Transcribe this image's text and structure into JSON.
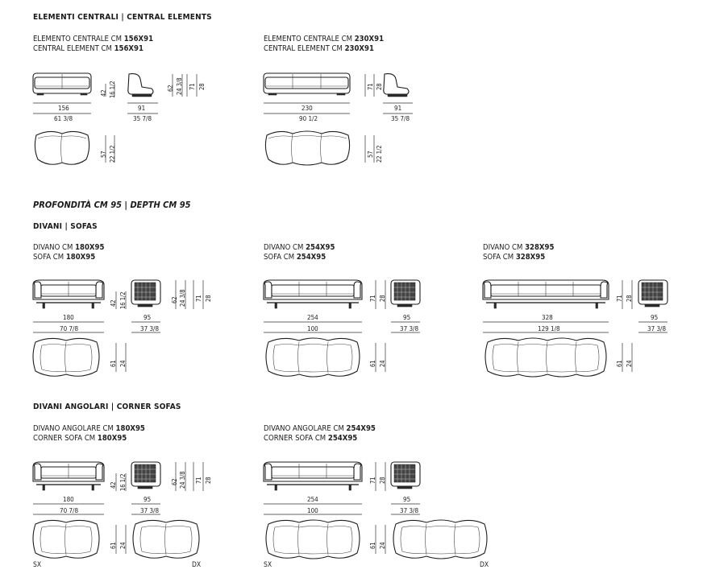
{
  "headings": {
    "central": "ELEMENTI CENTRALI | CENTRAL ELEMENTS",
    "depth": "PROFONDITÀ CM 95  |  DEPTH CM 95",
    "sofas": "DIVANI | SOFAS",
    "corner": "DIVANI ANGOLARI | CORNER SOFAS"
  },
  "central": [
    {
      "line1_pre": "ELEMENTO CENTRALE CM ",
      "line1_bold": "156X91",
      "line2_pre": "CENTRAL ELEMENT CM ",
      "line2_bold": "156X91",
      "width_cm": "156",
      "width_in": "61 3/8",
      "depth_cm": "91",
      "depth_in": "35 7/8",
      "seat_cm": "42",
      "seat_in": "16 1/2",
      "arm_cm": "62",
      "arm_in": "24 3/8",
      "height_cm": "71",
      "height_in": "28",
      "plan_cm": "57",
      "plan_in": "22 1/2"
    },
    {
      "line1_pre": "ELEMENTO CENTRALE CM ",
      "line1_bold": "230X91",
      "line2_pre": "CENTRAL ELEMENT CM ",
      "line2_bold": "230X91",
      "width_cm": "230",
      "width_in": "90 1/2",
      "depth_cm": "91",
      "depth_in": "35 7/8",
      "height_cm": "71",
      "height_in": "28",
      "plan_cm": "57",
      "plan_in": "22 1/2"
    }
  ],
  "sofas": [
    {
      "line1_pre": "DIVANO CM ",
      "line1_bold": "180X95",
      "line2_pre": "SOFA CM ",
      "line2_bold": "180X95",
      "width_cm": "180",
      "width_in": "70 7/8",
      "depth_cm": "95",
      "depth_in": "37 3/8",
      "seat_cm": "42",
      "seat_in": "16 1/2",
      "arm_cm": "62",
      "arm_in": "24 3/8",
      "height_cm": "71",
      "height_in": "28",
      "plan_cm": "61",
      "plan_in": "24"
    },
    {
      "line1_pre": "DIVANO CM ",
      "line1_bold": "254X95",
      "line2_pre": "SOFA CM ",
      "line2_bold": "254X95",
      "width_cm": "254",
      "width_in": "100",
      "depth_cm": "95",
      "depth_in": "37 3/8",
      "height_cm": "71",
      "height_in": "28",
      "plan_cm": "61",
      "plan_in": "24"
    },
    {
      "line1_pre": "DIVANO CM ",
      "line1_bold": "328X95",
      "line2_pre": "SOFA CM ",
      "line2_bold": "328X95",
      "width_cm": "328",
      "width_in": "129 1/8",
      "depth_cm": "95",
      "depth_in": "37 3/8",
      "height_cm": "71",
      "height_in": "28",
      "plan_cm": "61",
      "plan_in": "24"
    }
  ],
  "corner": [
    {
      "line1_pre": "DIVANO ANGOLARE CM ",
      "line1_bold": "180X95",
      "line2_pre": "CORNER SOFA CM ",
      "line2_bold": "180X95",
      "width_cm": "180",
      "width_in": "70 7/8",
      "depth_cm": "95",
      "depth_in": "37 3/8",
      "seat_cm": "42",
      "seat_in": "16 1/2",
      "arm_cm": "62",
      "arm_in": "24 3/8",
      "height_cm": "71",
      "height_in": "28",
      "plan_cm": "61",
      "plan_in": "24",
      "left": "SX",
      "right": "DX"
    },
    {
      "line1_pre": "DIVANO ANGOLARE CM ",
      "line1_bold": "254X95",
      "line2_pre": "CORNER SOFA CM ",
      "line2_bold": "254X95",
      "width_cm": "254",
      "width_in": "100",
      "depth_cm": "95",
      "depth_in": "37 3/8",
      "height_cm": "71",
      "height_in": "28",
      "plan_cm": "61",
      "plan_in": "24",
      "left": "SX",
      "right": "DX"
    }
  ]
}
